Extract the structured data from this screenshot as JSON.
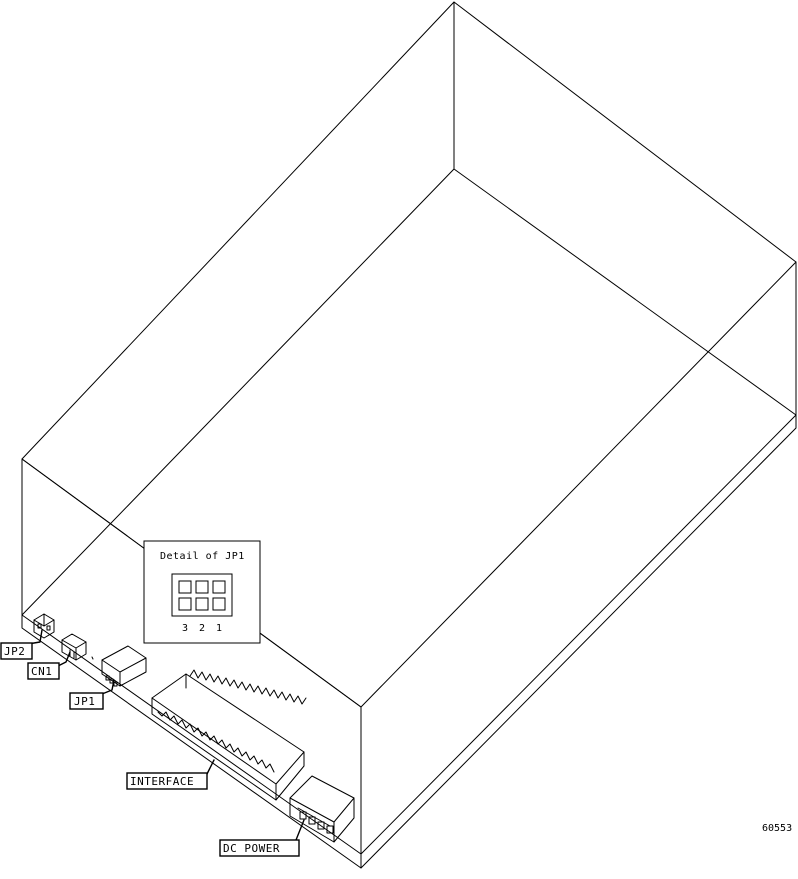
{
  "diagram": {
    "detail_title": "Detail of JP1",
    "pin_labels": [
      "3",
      "2",
      "1"
    ],
    "callouts": {
      "jp2": "JP2",
      "cn1": "CN1",
      "jp1": "JP1",
      "interface": "INTERFACE",
      "dc_power": "DC POWER"
    },
    "figure_number": "60553"
  }
}
